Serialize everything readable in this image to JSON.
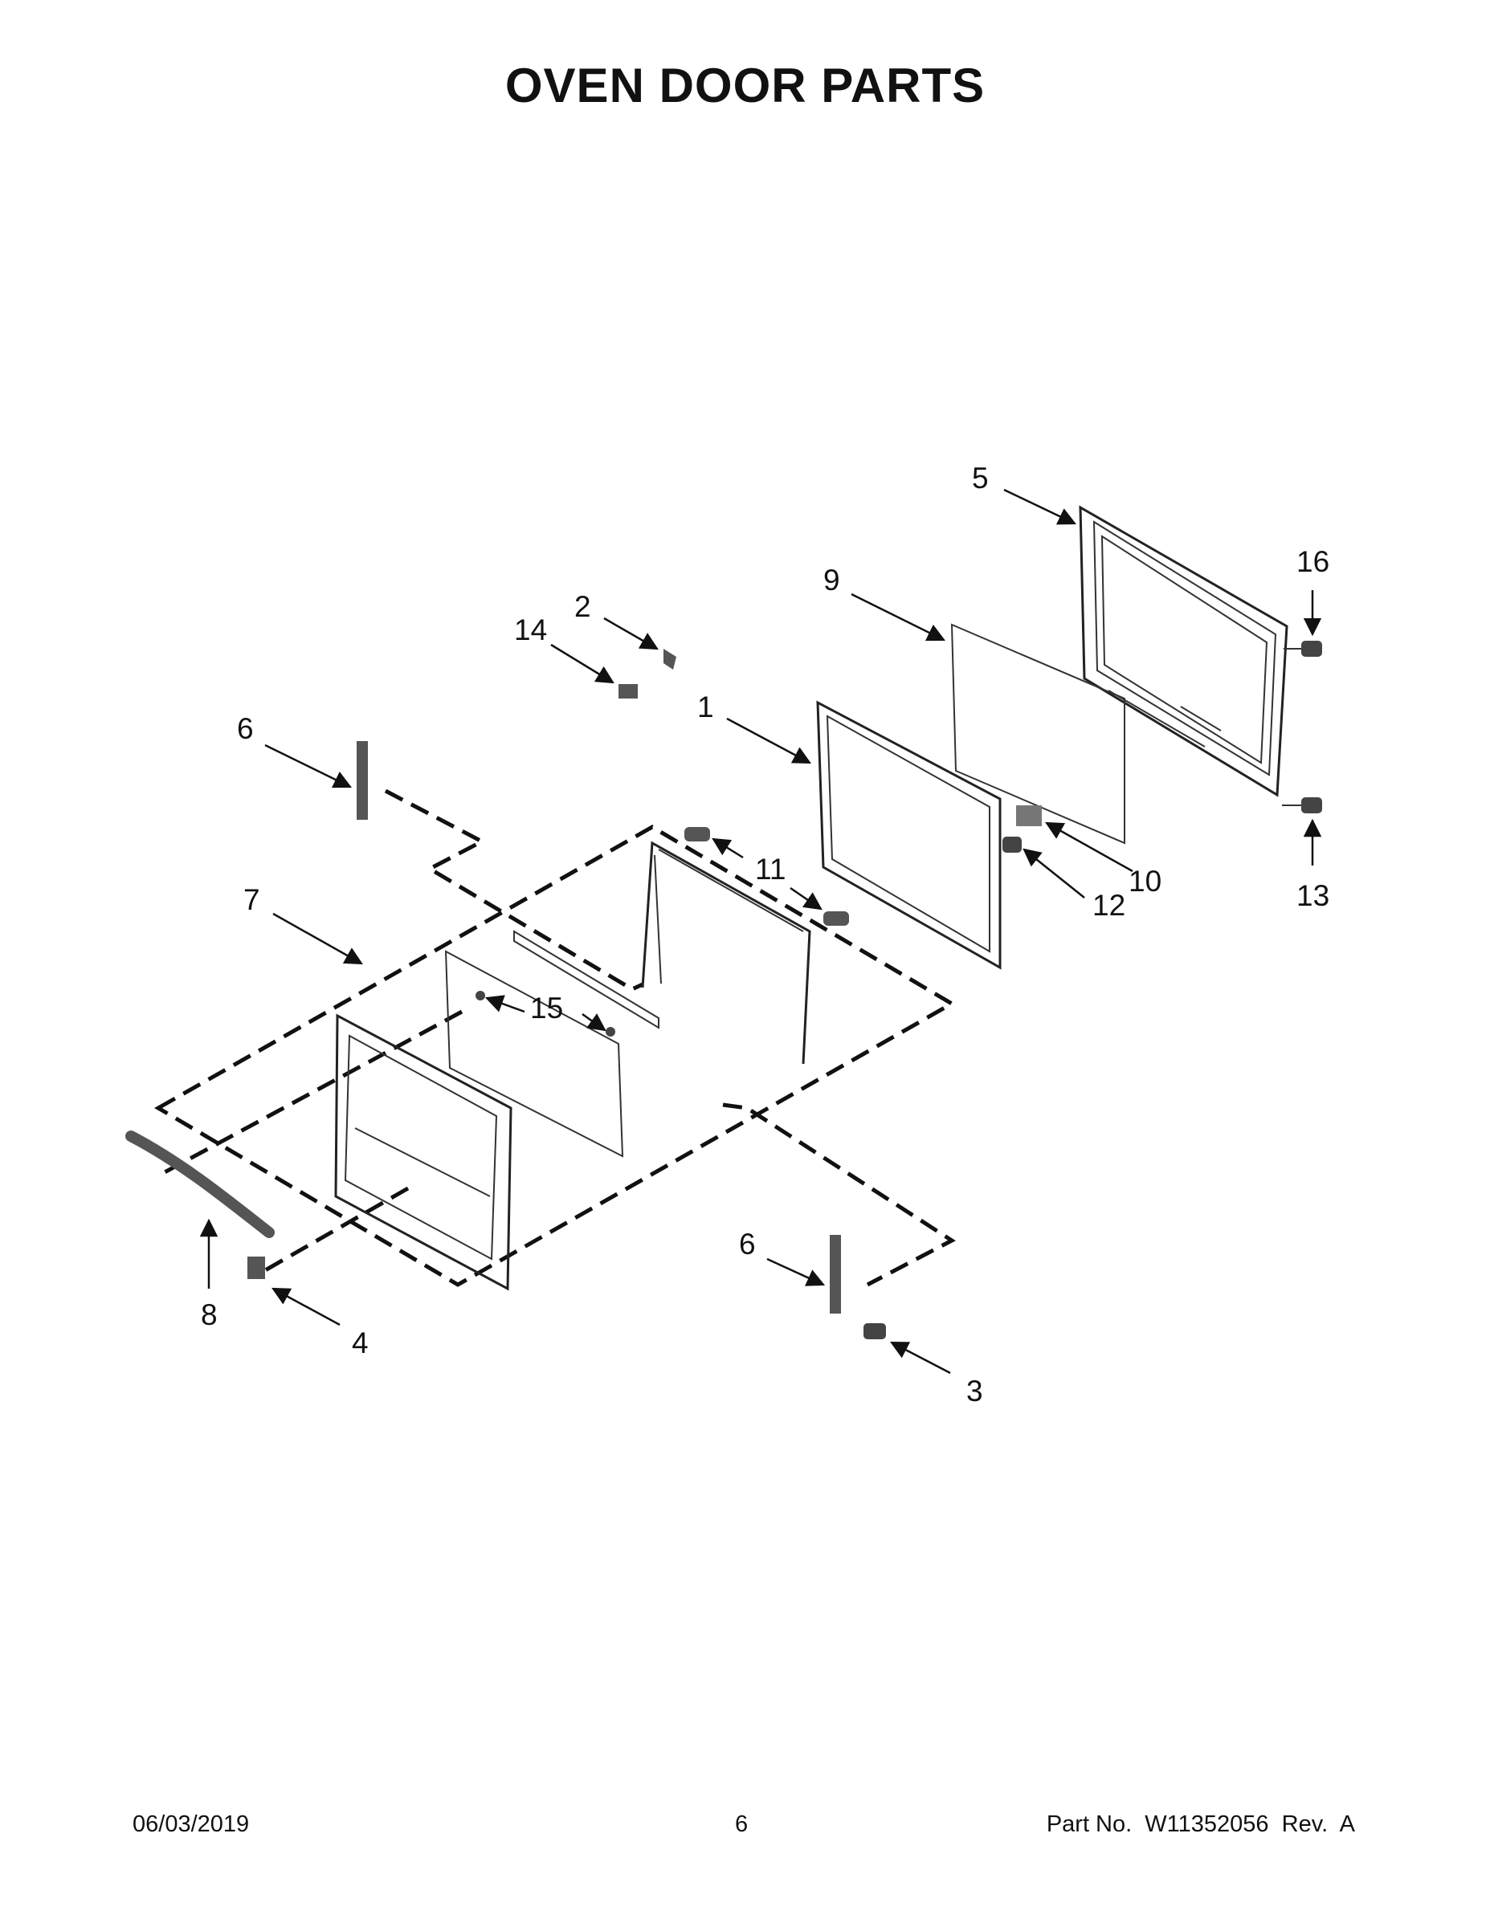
{
  "page_title": "OVEN DOOR PARTS",
  "callouts": {
    "c1": "1",
    "c2": "2",
    "c3": "3",
    "c4": "4",
    "c5": "5",
    "c6a": "6",
    "c6b": "6",
    "c7": "7",
    "c8": "8",
    "c9": "9",
    "c10": "10",
    "c11": "11",
    "c12": "12",
    "c13": "13",
    "c14": "14",
    "c15": "15",
    "c16": "16"
  },
  "footer": {
    "date": "06/03/2019",
    "page": "6",
    "part_no": "Part No.  W11352056  Rev.  A"
  }
}
